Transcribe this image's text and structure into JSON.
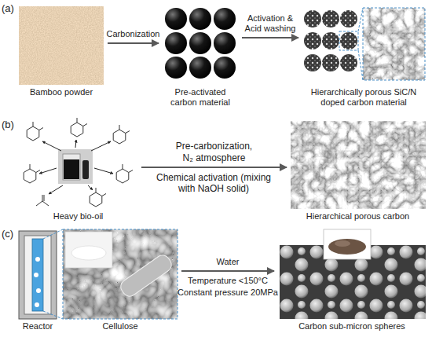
{
  "diagram": {
    "nodes": [
      {
        "text": [
          "Bamboo powder"
        ]
      },
      {
        "text": [
          "Pre-activated carbon material"
        ]
      },
      {
        "text": [
          "Hierarchically porous SiC/N doped carbon material"
        ]
      },
      {
        "text": [
          "Heavy bio-oil"
        ]
      },
      {
        "text": [
          "Hierarchical porous carbon"
        ]
      },
      {
        "text": [
          "Reactor"
        ]
      },
      {
        "text": [
          "Cellulose"
        ]
      },
      {
        "text": [
          "Carbon sub-micron spheres"
        ]
      }
    ],
    "edges": [
      {
        "from": 0,
        "to": 1,
        "arrow": "to",
        "label": "Carbonization"
      },
      {
        "from": 1,
        "to": 2,
        "arrow": "to",
        "label": "Activation & Acid washing"
      },
      {
        "from": 3,
        "to": 4,
        "arrow": "to",
        "label": "Pre-carbonization, N₂ atmosphere"
      },
      {
        "from": 6,
        "to": 7,
        "arrow": "to",
        "label": "Water"
      }
    ],
    "labels": [
      "(a)",
      "(b)",
      "(c)",
      "Chemical activation (mixing with NaOH solid)",
      "Temperature <150°C",
      "Constant pressure 20MPa"
    ]
  }
}
